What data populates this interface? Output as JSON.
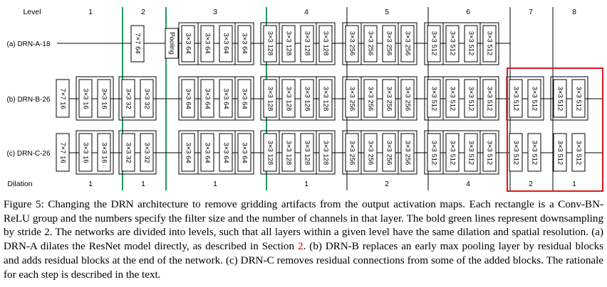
{
  "figure": {
    "header_label": "Level",
    "footer_label": "Dilation",
    "levels": [
      {
        "label": "1"
      },
      {
        "label": "2"
      },
      {
        "label": "3"
      },
      {
        "label": "4"
      },
      {
        "label": "5"
      },
      {
        "label": "6"
      },
      {
        "label": "7"
      },
      {
        "label": "8"
      }
    ],
    "dilations": [
      "1",
      "1",
      "1",
      "1",
      "2",
      "4",
      "2",
      "1"
    ],
    "rows": [
      {
        "label": "(a) DRN-A-18",
        "blocks": [
          {
            "text": "7×7 64"
          },
          {
            "text": "Pooling"
          },
          {
            "text": "3×3 64"
          },
          {
            "text": "3×3 64"
          },
          {
            "text": "3×3 64"
          },
          {
            "text": "3×3 64"
          },
          {
            "text": "3×3 128"
          },
          {
            "text": "3×3 128"
          },
          {
            "text": "3×3 128"
          },
          {
            "text": "3×3 128"
          },
          {
            "text": "3×3 256"
          },
          {
            "text": "3×3 256"
          },
          {
            "text": "3×3 256"
          },
          {
            "text": "3×3 256"
          },
          {
            "text": "3×3 512"
          },
          {
            "text": "3×3 512"
          },
          {
            "text": "3×3 512"
          },
          {
            "text": "3×3 512"
          }
        ]
      },
      {
        "label": "(b) DRN-B-26",
        "blocks": [
          {
            "text": "7×7 16"
          },
          {
            "text": "3×3 16"
          },
          {
            "text": "3×3 16"
          },
          {
            "text": "3×3 32"
          },
          {
            "text": "3×3 32"
          },
          {
            "text": "3×3 64"
          },
          {
            "text": "3×3 64"
          },
          {
            "text": "3×3 64"
          },
          {
            "text": "3×3 64"
          },
          {
            "text": "3×3 128"
          },
          {
            "text": "3×3 128"
          },
          {
            "text": "3×3 128"
          },
          {
            "text": "3×3 128"
          },
          {
            "text": "3×3 256"
          },
          {
            "text": "3×3 256"
          },
          {
            "text": "3×3 256"
          },
          {
            "text": "3×3 256"
          },
          {
            "text": "3×3 512"
          },
          {
            "text": "3×3 512"
          },
          {
            "text": "3×3 512"
          },
          {
            "text": "3×3 512"
          },
          {
            "text": "3×3 512"
          },
          {
            "text": "3×3 512"
          },
          {
            "text": "3×3 512"
          },
          {
            "text": "3×3 512"
          }
        ]
      },
      {
        "label": "(c) DRN-C-26",
        "blocks": [
          {
            "text": "7×7 16"
          },
          {
            "text": "3×3 16"
          },
          {
            "text": "3×3 16"
          },
          {
            "text": "3×3 32"
          },
          {
            "text": "3×3 32"
          },
          {
            "text": "3×3 64"
          },
          {
            "text": "3×3 64"
          },
          {
            "text": "3×3 64"
          },
          {
            "text": "3×3 64"
          },
          {
            "text": "3×3 128"
          },
          {
            "text": "3×3 128"
          },
          {
            "text": "3×3 128"
          },
          {
            "text": "3×3 128"
          },
          {
            "text": "3×3 256"
          },
          {
            "text": "3×3 256"
          },
          {
            "text": "3×3 256"
          },
          {
            "text": "3×3 256"
          },
          {
            "text": "3×3 512"
          },
          {
            "text": "3×3 512"
          },
          {
            "text": "3×3 512"
          },
          {
            "text": "3×3 512"
          },
          {
            "text": "3×3 512"
          },
          {
            "text": "3×3 512"
          },
          {
            "text": "3×3 512"
          },
          {
            "text": "3×3 512"
          }
        ]
      }
    ],
    "colors": {
      "downsample_line": "#1f9a5a",
      "highlight_box": "#d7191c",
      "block_stroke": "#000000"
    }
  },
  "caption": {
    "part1": "Figure 5: Changing the DRN architecture to remove gridding artifacts from the output activation maps. Each rectangle is a Conv-BN-ReLU group and the numbers specify the filter size and the number of channels in that layer. The bold green lines represent downsampling by stride 2. The networks are divided into levels, such that all layers within a given level have the same dilation and spatial resolution. (a) DRN-A dilates the ResNet model directly, as described in Section ",
    "ref": "2",
    "part2": ". (b) DRN-B replaces an early max pooling layer by residual blocks and adds residual blocks at the end of the network. (c) DRN-C removes residual connections from some of the added blocks. The rationale for each step is described in the text."
  }
}
